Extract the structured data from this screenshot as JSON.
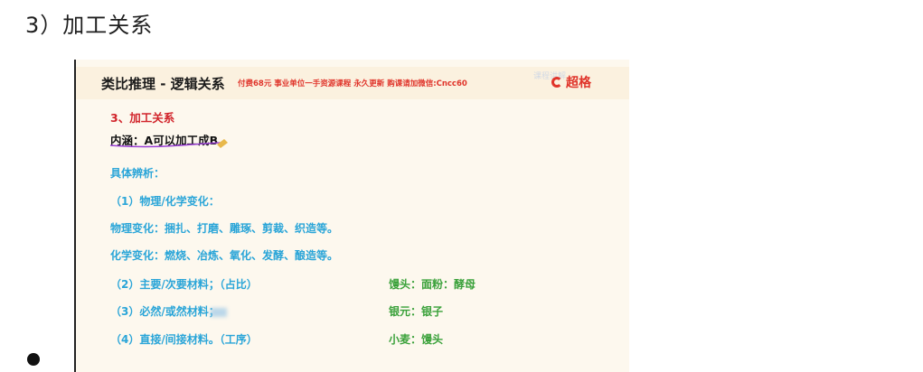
{
  "heading": "3）加工关系",
  "slide": {
    "title": "类比推理 - 逻辑关系",
    "promo": "付费68元 事业单位一手资源课程 永久更新 购课请加微信:Cncc60",
    "brand_name": "超格",
    "watermark": "课程讲解"
  },
  "content": {
    "section_title": "3、加工关系",
    "connotation": "内涵：A可以加工成B",
    "analysis_label": "具体辨析：",
    "item1_title": "（1）物理/化学变化：",
    "physical": "物理变化：捆扎、打磨、雕琢、剪裁、织造等。",
    "chemical": "化学变化：燃烧、冶炼、氧化、发酵、酿造等。",
    "item2": "（2）主要/次要材料；（占比）",
    "item3": "（3）必然/或然材料；",
    "item4": "（4）直接/间接材料。（工序）",
    "ex1": "馒头：面粉：酵母",
    "ex2": "银元：银子",
    "ex3": "小麦：馒头"
  },
  "colors": {
    "red": "#d1232a",
    "blue": "#2aa5d8",
    "green": "#3aa13a",
    "brand": "#e0342a"
  }
}
